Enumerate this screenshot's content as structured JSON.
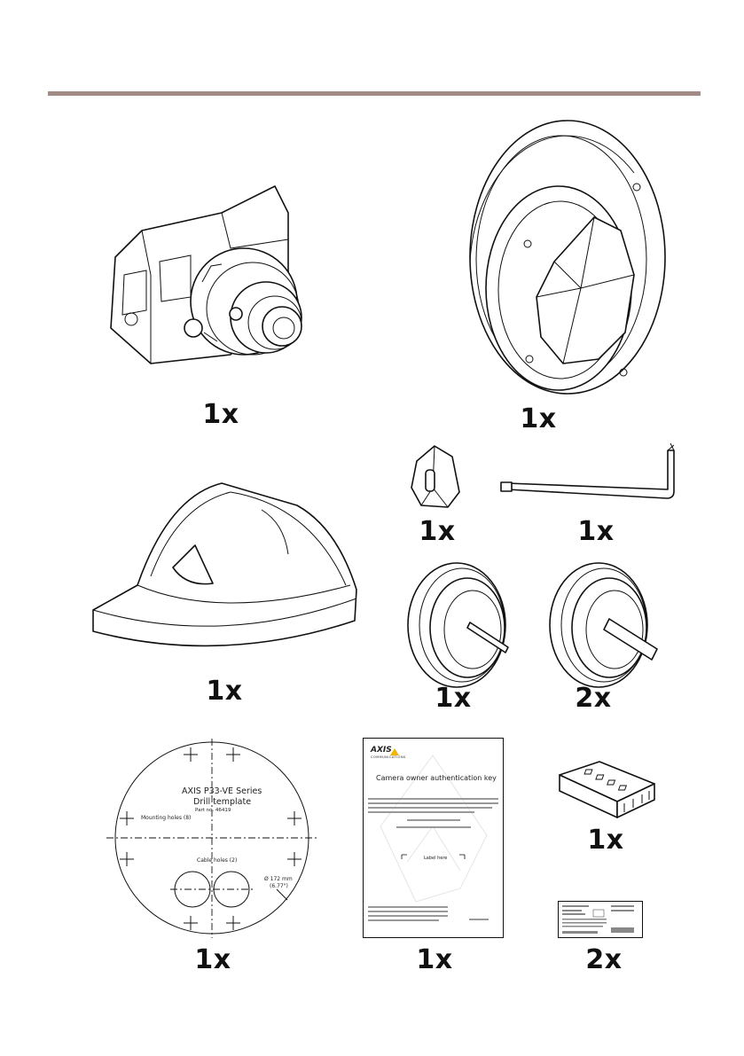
{
  "items": [
    {
      "qty": "1x",
      "icon": "camera-module-icon"
    },
    {
      "qty": "1x",
      "icon": "dome-cover-icon"
    },
    {
      "qty": "1x",
      "icon": "weathershield-icon"
    },
    {
      "qty": "1x",
      "icon": "bit-holder-icon"
    },
    {
      "qty": "1x",
      "icon": "torx-key-icon"
    },
    {
      "qty": "1x",
      "icon": "cable-gasket-small-icon"
    },
    {
      "qty": "2x",
      "icon": "cable-gasket-large-icon"
    },
    {
      "qty": "1x",
      "icon": "drill-template-icon"
    },
    {
      "qty": "1x",
      "icon": "owner-auth-key-icon"
    },
    {
      "qty": "1x",
      "icon": "terminal-block-connector-icon"
    },
    {
      "qty": "2x",
      "icon": "serial-label-icon"
    }
  ],
  "drill_template": {
    "title": "AXIS P33-VE Series",
    "subtitle": "Drill template",
    "part_no": "Part no. 46419",
    "mounting_holes": "Mounting holes (8)",
    "cable_holes": "Cable holes (2)",
    "diameter": "Ø 172 mm",
    "diameter_in": "(6.77\")"
  },
  "auth_key": {
    "brand": "AXIS",
    "brand_sub": "COMMUNICATIONS",
    "title": "Camera owner authentication key",
    "label_here": "Label here"
  }
}
